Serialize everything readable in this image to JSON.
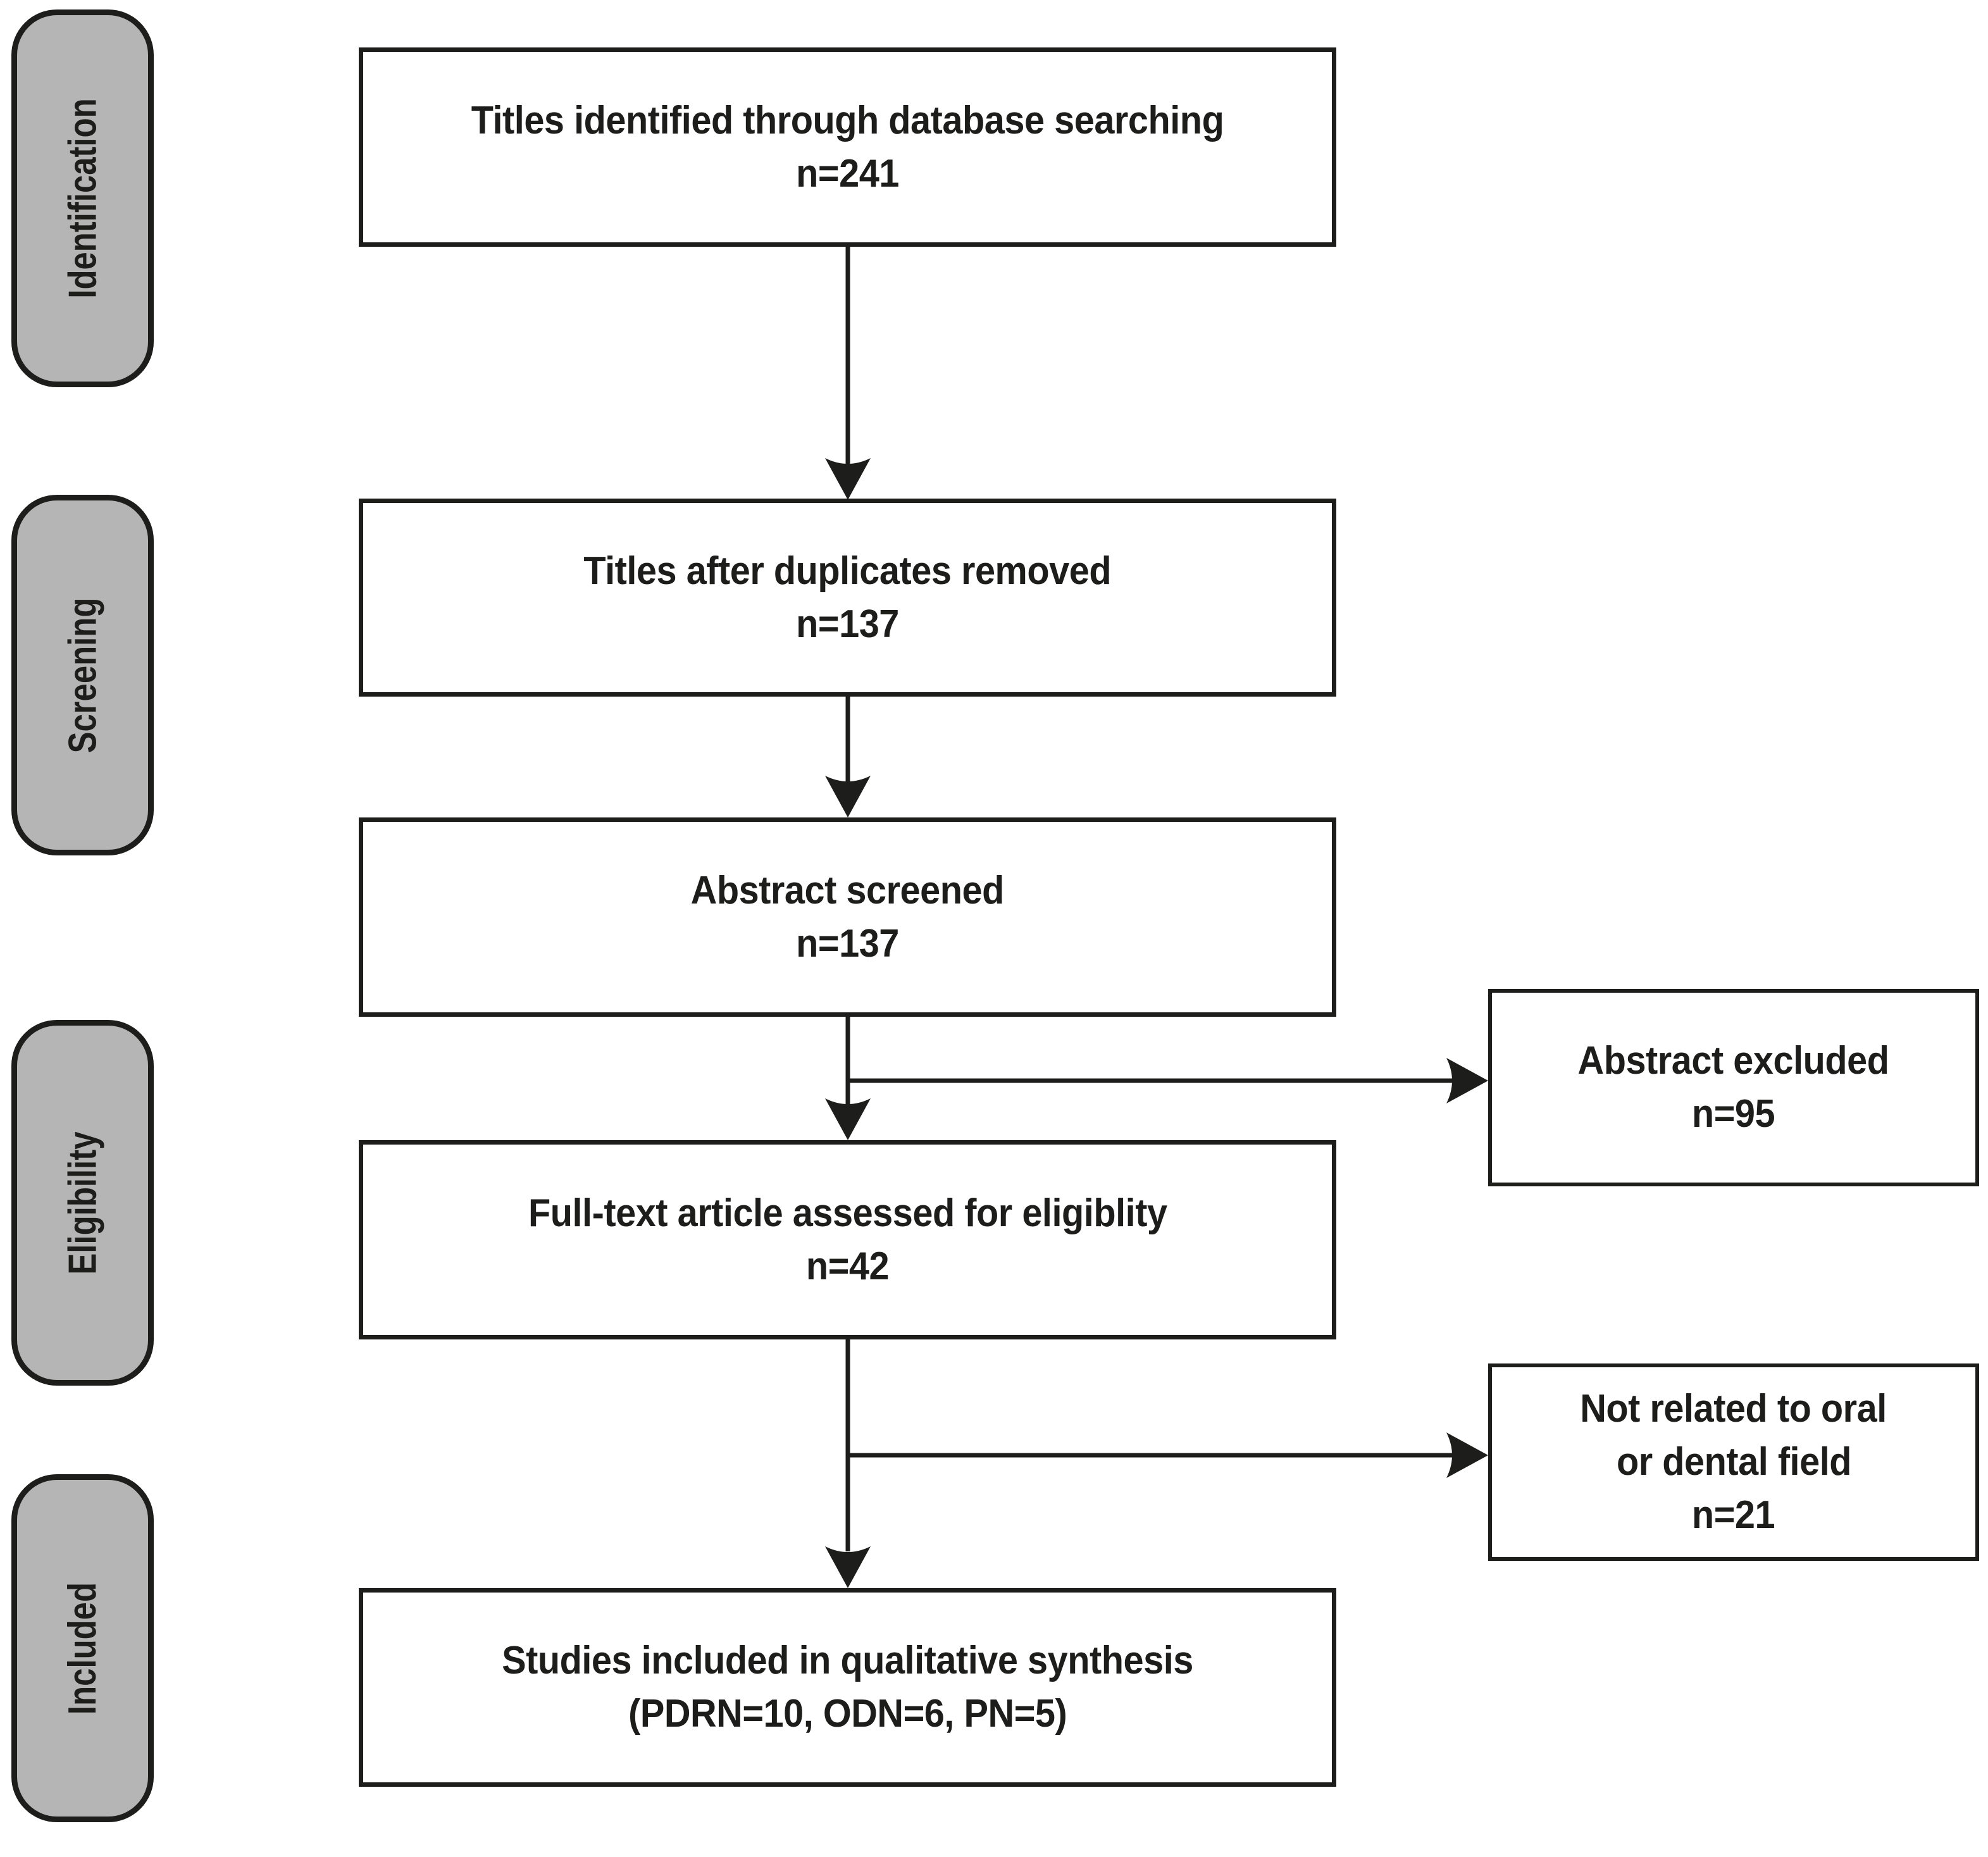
{
  "sidebar": {
    "stages": [
      {
        "label": "Identification"
      },
      {
        "label": "Screening"
      },
      {
        "label": "Eligibility"
      },
      {
        "label": "Included"
      }
    ]
  },
  "flow": {
    "boxes": [
      {
        "lines": [
          "Titles identified through database searching",
          "n=241"
        ]
      },
      {
        "lines": [
          "Titles after duplicates removed",
          "n=137"
        ]
      },
      {
        "lines": [
          "Abstract screened",
          "n=137"
        ]
      },
      {
        "lines": [
          "Full-text article assessed for eligiblity",
          "n=42"
        ]
      },
      {
        "lines": [
          "Studies included in qualitative synthesis",
          "(PDRN=10, ODN=6, PN=5)"
        ]
      }
    ],
    "exclusion_boxes": [
      {
        "lines": [
          "Abstract excluded",
          "n=95"
        ]
      },
      {
        "lines": [
          "Not related to oral",
          "or dental field",
          "n=21"
        ]
      }
    ]
  },
  "colors": {
    "ink": "#1d1d1b",
    "stage_fill": "#b5b5b5",
    "box_fill": "#ffffff",
    "background": "#ffffff"
  }
}
